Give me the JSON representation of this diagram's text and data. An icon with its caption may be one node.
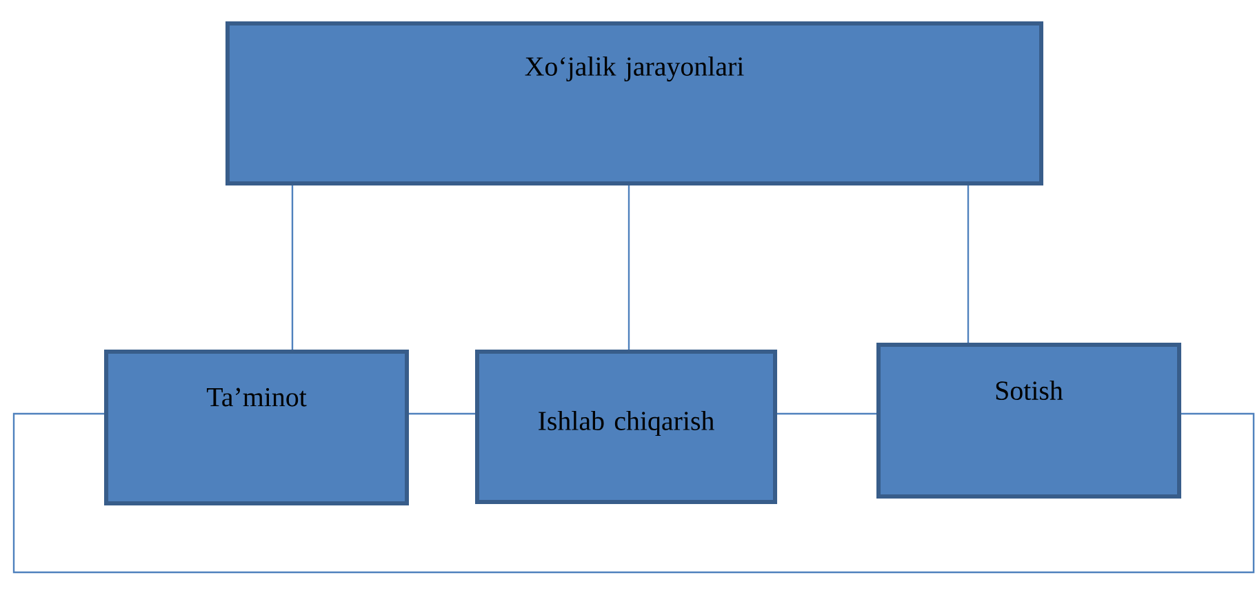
{
  "diagram": {
    "nodes": [
      {
        "text": [
          "Xo‘jalik jarayonlari"
        ]
      },
      {
        "text": [
          "Ta’minot"
        ]
      },
      {
        "text": [
          "Ishlab chiqarish"
        ]
      },
      {
        "text": [
          "Sotish"
        ]
      }
    ],
    "edges": [
      {
        "from": 0,
        "to": 1,
        "arrow": "none"
      },
      {
        "from": 0,
        "to": 2,
        "arrow": "none"
      },
      {
        "from": 0,
        "to": 3,
        "arrow": "none"
      },
      {
        "from": 1,
        "to": 2,
        "arrow": "none"
      },
      {
        "from": 2,
        "to": 3,
        "arrow": "none"
      },
      {
        "from": 3,
        "to": 1,
        "arrow": "none"
      }
    ]
  }
}
